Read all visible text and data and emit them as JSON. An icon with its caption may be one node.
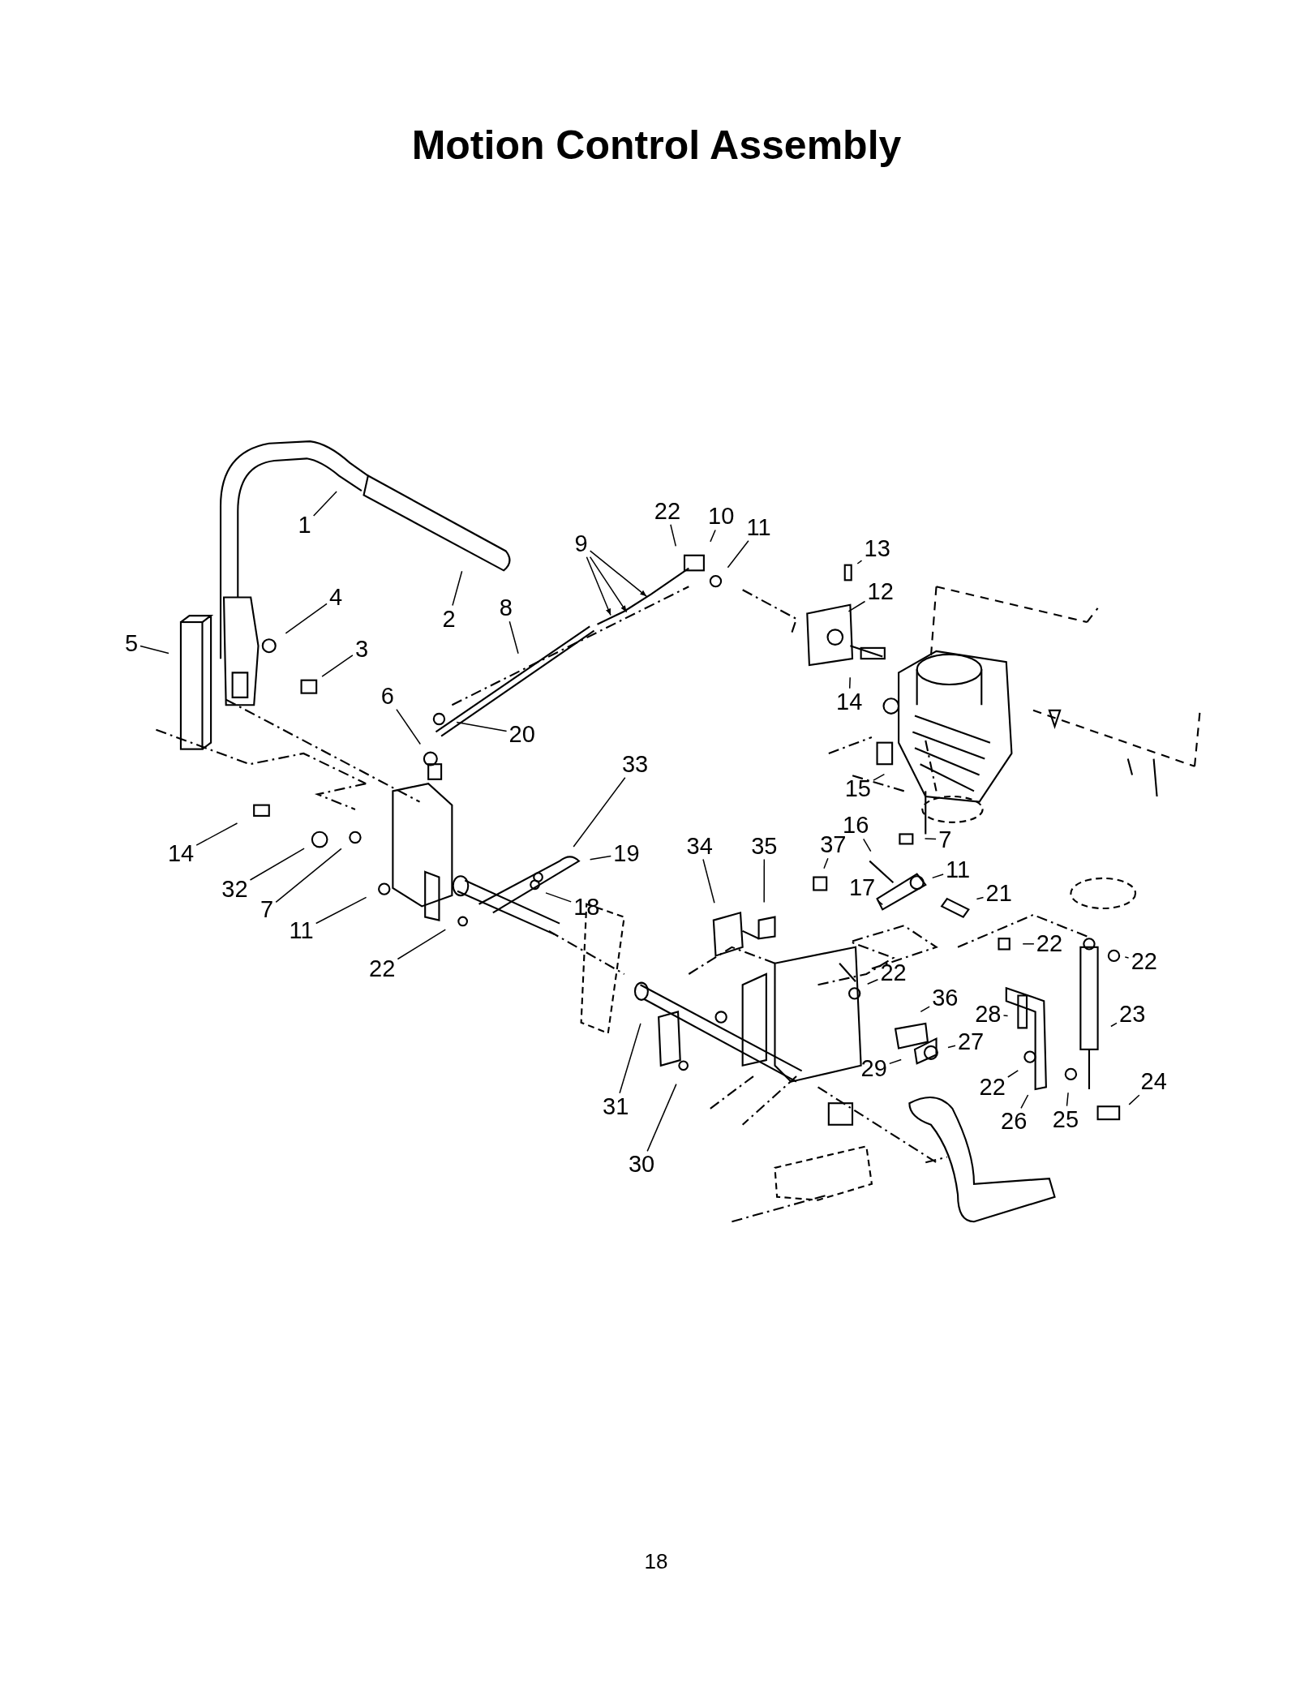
{
  "diagram": {
    "title": "Motion Control Assembly",
    "nodes": [
      {
        "text": [
          "1"
        ]
      },
      {
        "text": [
          "2"
        ]
      },
      {
        "text": [
          "22"
        ]
      },
      {
        "text": [
          "10"
        ]
      },
      {
        "text": [
          "11"
        ]
      },
      {
        "text": [
          "9"
        ]
      },
      {
        "text": [
          "13"
        ]
      },
      {
        "text": [
          "12"
        ]
      },
      {
        "text": [
          "4"
        ]
      },
      {
        "text": [
          "3"
        ]
      },
      {
        "text": [
          "5"
        ]
      },
      {
        "text": [
          "8"
        ]
      },
      {
        "text": [
          "14"
        ]
      },
      {
        "text": [
          "6"
        ]
      },
      {
        "text": [
          "20"
        ]
      },
      {
        "text": [
          "33"
        ]
      },
      {
        "text": [
          "15"
        ]
      },
      {
        "text": [
          "16"
        ]
      },
      {
        "text": [
          "7"
        ]
      },
      {
        "text": [
          "14"
        ]
      },
      {
        "text": [
          "34"
        ]
      },
      {
        "text": [
          "35"
        ]
      },
      {
        "text": [
          "19"
        ]
      },
      {
        "text": [
          "37"
        ]
      },
      {
        "text": [
          "11"
        ]
      },
      {
        "text": [
          "17"
        ]
      },
      {
        "text": [
          "21"
        ]
      },
      {
        "text": [
          "32"
        ]
      },
      {
        "text": [
          "18"
        ]
      },
      {
        "text": [
          "7"
        ]
      },
      {
        "text": [
          "11"
        ]
      },
      {
        "text": [
          "22"
        ]
      },
      {
        "text": [
          "22"
        ]
      },
      {
        "text": [
          "22"
        ]
      },
      {
        "text": [
          "22"
        ]
      },
      {
        "text": [
          "36"
        ]
      },
      {
        "text": [
          "28"
        ]
      },
      {
        "text": [
          "23"
        ]
      },
      {
        "text": [
          "27"
        ]
      },
      {
        "text": [
          "29"
        ]
      },
      {
        "text": [
          "22"
        ]
      },
      {
        "text": [
          "24"
        ]
      },
      {
        "text": [
          "26"
        ]
      },
      {
        "text": [
          "25"
        ]
      },
      {
        "text": [
          "31"
        ]
      },
      {
        "text": [
          "30"
        ]
      }
    ],
    "edges": [
      {
        "from": 0,
        "to": null,
        "arrow": "none"
      },
      {
        "from": 1,
        "to": null,
        "arrow": "none"
      },
      {
        "from": 2,
        "to": null,
        "arrow": "none"
      },
      {
        "from": 3,
        "to": null,
        "arrow": "none"
      },
      {
        "from": 4,
        "to": null,
        "arrow": "none"
      },
      {
        "from": 5,
        "to": null,
        "arrow": "to"
      },
      {
        "from": 5,
        "to": null,
        "arrow": "to"
      },
      {
        "from": 5,
        "to": null,
        "arrow": "to"
      },
      {
        "from": 6,
        "to": null,
        "arrow": "none"
      },
      {
        "from": 7,
        "to": null,
        "arrow": "none"
      },
      {
        "from": 8,
        "to": null,
        "arrow": "none"
      },
      {
        "from": 9,
        "to": null,
        "arrow": "none"
      },
      {
        "from": 10,
        "to": null,
        "arrow": "none"
      },
      {
        "from": 11,
        "to": null,
        "arrow": "none"
      },
      {
        "from": 12,
        "to": null,
        "arrow": "none"
      },
      {
        "from": 13,
        "to": null,
        "arrow": "none"
      },
      {
        "from": 14,
        "to": null,
        "arrow": "none"
      },
      {
        "from": 15,
        "to": null,
        "arrow": "none"
      },
      {
        "from": 16,
        "to": null,
        "arrow": "none"
      },
      {
        "from": 17,
        "to": null,
        "arrow": "none"
      },
      {
        "from": 18,
        "to": null,
        "arrow": "none"
      },
      {
        "from": 19,
        "to": null,
        "arrow": "none"
      },
      {
        "from": 20,
        "to": null,
        "arrow": "none"
      },
      {
        "from": 21,
        "to": null,
        "arrow": "none"
      },
      {
        "from": 22,
        "to": null,
        "arrow": "none"
      },
      {
        "from": 23,
        "to": null,
        "arrow": "none"
      },
      {
        "from": 24,
        "to": null,
        "arrow": "none"
      },
      {
        "from": 25,
        "to": null,
        "arrow": "none"
      },
      {
        "from": 26,
        "to": null,
        "arrow": "none"
      },
      {
        "from": 27,
        "to": null,
        "arrow": "none"
      },
      {
        "from": 28,
        "to": null,
        "arrow": "none"
      },
      {
        "from": 29,
        "to": null,
        "arrow": "none"
      },
      {
        "from": 30,
        "to": null,
        "arrow": "none"
      },
      {
        "from": 31,
        "to": null,
        "arrow": "none"
      },
      {
        "from": 32,
        "to": null,
        "arrow": "none"
      },
      {
        "from": 33,
        "to": null,
        "arrow": "none"
      },
      {
        "from": 34,
        "to": null,
        "arrow": "none"
      },
      {
        "from": 35,
        "to": null,
        "arrow": "none"
      },
      {
        "from": 36,
        "to": null,
        "arrow": "none"
      },
      {
        "from": 37,
        "to": null,
        "arrow": "none"
      },
      {
        "from": 38,
        "to": null,
        "arrow": "none"
      },
      {
        "from": 39,
        "to": null,
        "arrow": "none"
      },
      {
        "from": 40,
        "to": null,
        "arrow": "none"
      },
      {
        "from": 41,
        "to": null,
        "arrow": "none"
      },
      {
        "from": 42,
        "to": null,
        "arrow": "none"
      },
      {
        "from": 43,
        "to": null,
        "arrow": "none"
      },
      {
        "from": 44,
        "to": null,
        "arrow": "none"
      },
      {
        "from": 45,
        "to": null,
        "arrow": "none"
      }
    ],
    "labels": [
      "18"
    ]
  }
}
